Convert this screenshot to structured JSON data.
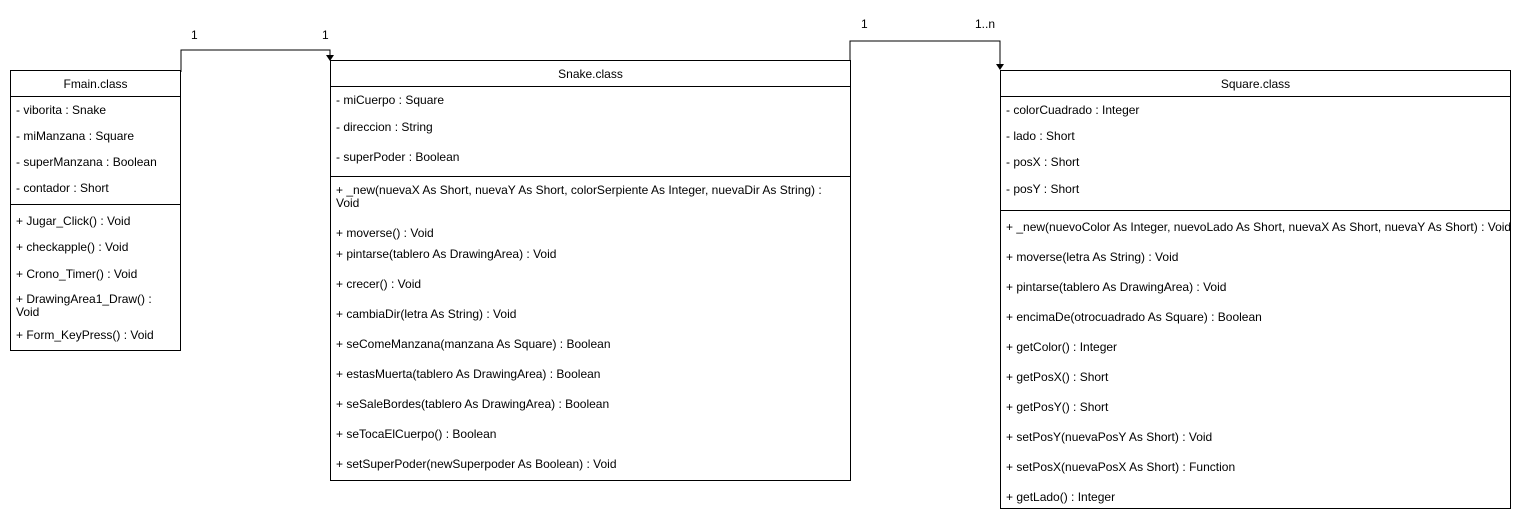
{
  "classes": {
    "fmain": {
      "title": "Fmain.class",
      "attributes": [
        "- viborita : Snake",
        "- miManzana : Square",
        "- superManzana : Boolean",
        "- contador : Short"
      ],
      "methods": [
        "+ Jugar_Click() : Void",
        "+ checkapple() : Void",
        "+ Crono_Timer() : Void",
        "+ DrawingArea1_Draw() : Void",
        "+ Form_KeyPress() : Void"
      ]
    },
    "snake": {
      "title": "Snake.class",
      "attributes": [
        "- miCuerpo : Square",
        "- direccion : String",
        "- superPoder : Boolean"
      ],
      "methods": [
        "+ _new(nuevaX As Short, nuevaY As Short, colorSerpiente As Integer, nuevaDir As String) : Void",
        "+ moverse() : Void",
        "+ pintarse(tablero As DrawingArea) : Void",
        "+ crecer() : Void",
        "+ cambiaDir(letra As String) : Void",
        "+ seComeManzana(manzana As Square) : Boolean",
        "+ estasMuerta(tablero As DrawingArea) : Boolean",
        "+ seSaleBordes(tablero As DrawingArea) : Boolean",
        "+ seTocaElCuerpo() : Boolean",
        "+ setSuperPoder(newSuperpoder As Boolean) : Void"
      ]
    },
    "square": {
      "title": "Square.class",
      "attributes": [
        "- colorCuadrado : Integer",
        "- lado : Short",
        "- posX : Short",
        "- posY : Short"
      ],
      "methods": [
        "+ _new(nuevoColor As Integer, nuevoLado As Short, nuevaX As Short, nuevaY As Short) : Void",
        "+ moverse(letra As String) : Void",
        "+ pintarse(tablero As DrawingArea) : Void",
        "+ encimaDe(otrocuadrado As Square) : Boolean",
        "+ getColor() : Integer",
        "+ getPosX() : Short",
        "+ getPosY() : Short",
        "+ setPosY(nuevaPosY As Short) : Void",
        "+ setPosX(nuevaPosX As Short) : Function",
        "+ getLado() : Integer"
      ]
    }
  },
  "associations": [
    {
      "from": "fmain",
      "to": "snake",
      "source_multiplicity": "1",
      "target_multiplicity": "1"
    },
    {
      "from": "snake",
      "to": "square",
      "source_multiplicity": "1",
      "target_multiplicity": "1..n"
    }
  ]
}
